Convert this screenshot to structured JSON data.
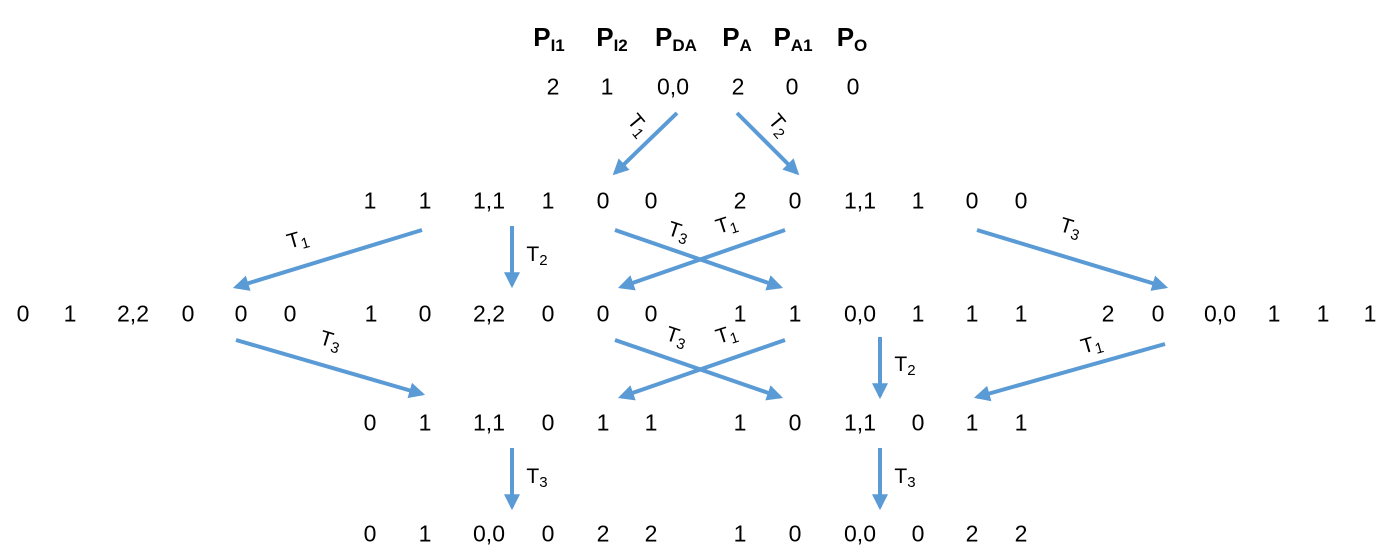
{
  "places": [
    {
      "letter": "P",
      "sub": "I1"
    },
    {
      "letter": "P",
      "sub": "I2"
    },
    {
      "letter": "P",
      "sub": "DA"
    },
    {
      "letter": "P",
      "sub": "A"
    },
    {
      "letter": "P",
      "sub": "A1"
    },
    {
      "letter": "P",
      "sub": "O"
    }
  ],
  "markings": [
    {
      "id": "m0",
      "values": [
        "2",
        "1",
        "0,0",
        "2",
        "0",
        "0"
      ]
    },
    {
      "id": "m1a",
      "values": [
        "1",
        "1",
        "1,1",
        "1",
        "0",
        "0"
      ]
    },
    {
      "id": "m1b",
      "values": [
        "2",
        "0",
        "1,1",
        "1",
        "0",
        "0"
      ]
    },
    {
      "id": "m2a",
      "values": [
        "0",
        "1",
        "2,2",
        "0",
        "0",
        "0"
      ]
    },
    {
      "id": "m2b",
      "values": [
        "1",
        "0",
        "2,2",
        "0",
        "0",
        "0"
      ]
    },
    {
      "id": "m2c",
      "values": [
        "1",
        "1",
        "0,0",
        "1",
        "1",
        "1"
      ]
    },
    {
      "id": "m2d",
      "values": [
        "2",
        "0",
        "0,0",
        "1",
        "1",
        "1"
      ]
    },
    {
      "id": "m3a",
      "values": [
        "0",
        "1",
        "1,1",
        "0",
        "1",
        "1"
      ]
    },
    {
      "id": "m3b",
      "values": [
        "1",
        "0",
        "1,1",
        "0",
        "1",
        "1"
      ]
    },
    {
      "id": "m4a",
      "values": [
        "0",
        "1",
        "0,0",
        "0",
        "2",
        "2"
      ]
    },
    {
      "id": "m4b",
      "values": [
        "1",
        "0",
        "0,0",
        "0",
        "2",
        "2"
      ]
    }
  ],
  "transitions": [
    {
      "from": "m0",
      "to": "m1a",
      "letter": "T",
      "sub": "1"
    },
    {
      "from": "m0",
      "to": "m1b",
      "letter": "T",
      "sub": "2"
    },
    {
      "from": "m1a",
      "to": "m2a",
      "letter": "T",
      "sub": "1"
    },
    {
      "from": "m1a",
      "to": "m2b",
      "letter": "T",
      "sub": "2"
    },
    {
      "from": "m1a",
      "to": "m2c",
      "letter": "T",
      "sub": "3"
    },
    {
      "from": "m1b",
      "to": "m2b",
      "letter": "T",
      "sub": "1"
    },
    {
      "from": "m1b",
      "to": "m2d",
      "letter": "T",
      "sub": "3"
    },
    {
      "from": "m2a",
      "to": "m3a",
      "letter": "T",
      "sub": "3"
    },
    {
      "from": "m2b",
      "to": "m3b",
      "letter": "T",
      "sub": "3"
    },
    {
      "from": "m2c",
      "to": "m3a",
      "letter": "T",
      "sub": "1"
    },
    {
      "from": "m2c",
      "to": "m3b",
      "letter": "T",
      "sub": "2"
    },
    {
      "from": "m2d",
      "to": "m3b",
      "letter": "T",
      "sub": "1"
    },
    {
      "from": "m3a",
      "to": "m4a",
      "letter": "T",
      "sub": "3"
    },
    {
      "from": "m3b",
      "to": "m4b",
      "letter": "T",
      "sub": "3"
    }
  ],
  "colors": {
    "arrow": "#5b9bd5",
    "text": "#000000"
  }
}
